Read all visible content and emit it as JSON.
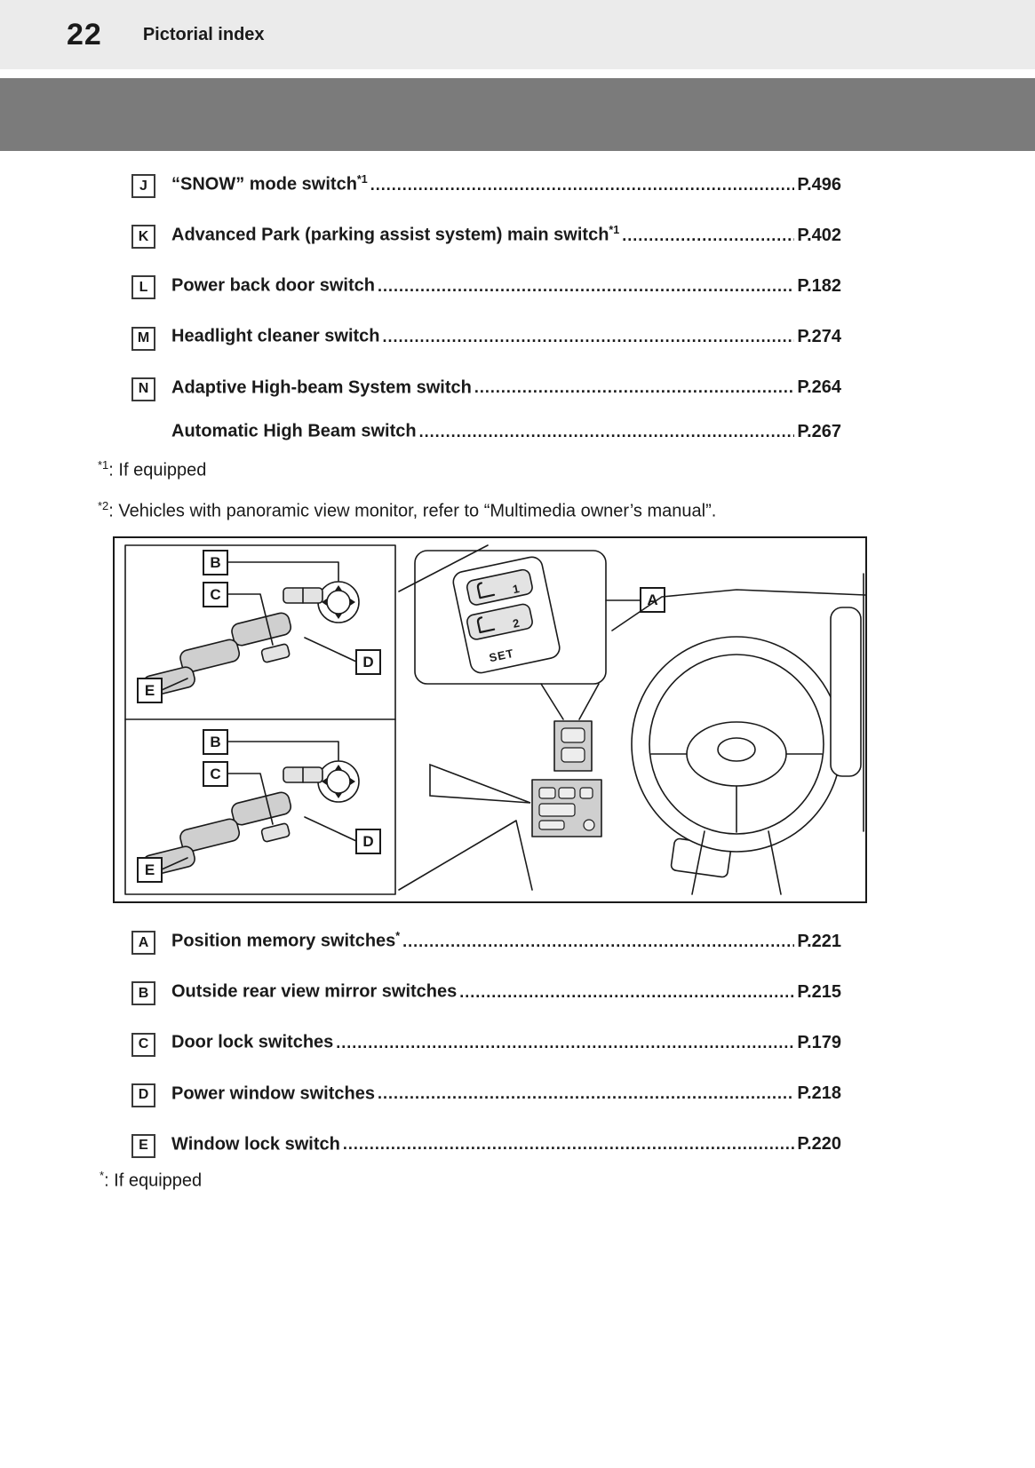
{
  "header": {
    "page_number": "22",
    "title": "Pictorial index"
  },
  "index_top": {
    "items": [
      {
        "letter": "J",
        "label": "“SNOW” mode switch",
        "sup": "*1",
        "page": "P.496"
      },
      {
        "letter": "K",
        "label": "Advanced Park (parking assist system) main switch",
        "sup": "*1",
        "page": "P.402"
      },
      {
        "letter": "L",
        "label": "Power back door switch",
        "sup": "",
        "page": "P.182"
      },
      {
        "letter": "M",
        "label": "Headlight cleaner switch",
        "sup": "",
        "page": "P.274"
      },
      {
        "letter": "N",
        "label": "Adaptive High-beam System switch",
        "sup": "",
        "page": "P.264"
      },
      {
        "letter": "",
        "label": "Automatic High Beam switch",
        "sup": "",
        "page": "P.267"
      }
    ]
  },
  "footnotes_top": [
    {
      "marker": "*1",
      "text": ": If equipped"
    },
    {
      "marker": "*2",
      "text": ": Vehicles with panoramic view monitor, refer to “Multimedia owner’s manual”."
    }
  ],
  "illustration": {
    "callouts": {
      "a": "A",
      "b": "B",
      "c": "C",
      "d": "D",
      "e": "E"
    },
    "set_label": "SET",
    "memory_1": "1",
    "memory_2": "2"
  },
  "index_bottom": {
    "items": [
      {
        "letter": "A",
        "label": "Position memory switches",
        "sup": "*",
        "page": "P.221"
      },
      {
        "letter": "B",
        "label": "Outside rear view mirror switches",
        "sup": "",
        "page": "P.215"
      },
      {
        "letter": "C",
        "label": "Door lock switches",
        "sup": "",
        "page": "P.179"
      },
      {
        "letter": "D",
        "label": "Power window switches",
        "sup": "",
        "page": "P.218"
      },
      {
        "letter": "E",
        "label": "Window lock switch",
        "sup": "",
        "page": "P.220"
      }
    ]
  },
  "footnote_bottom": {
    "marker": "*",
    "text": ":  If equipped"
  }
}
